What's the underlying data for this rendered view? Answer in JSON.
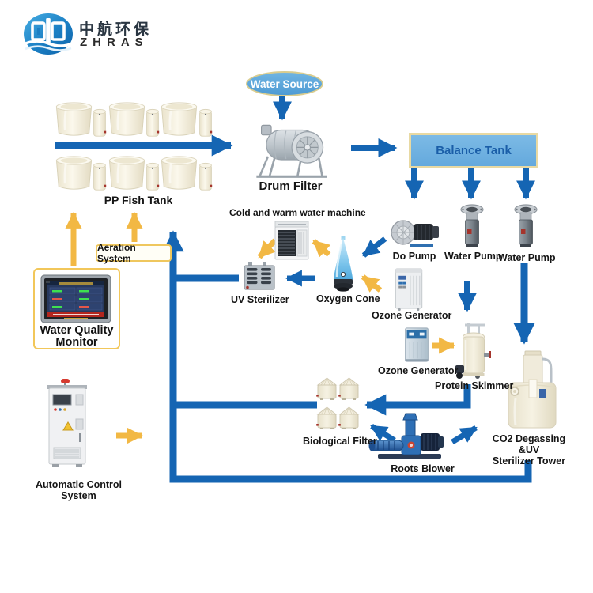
{
  "brand": {
    "name_cn": "中航环保",
    "name_en": "ZHRAS"
  },
  "flow": {
    "water_source": {
      "label": "Water Source"
    },
    "drum_filter": {
      "label": "Drum Filter"
    },
    "balance_tank": {
      "label": "Balance Tank"
    },
    "pp_fish_tank": {
      "label": "PP Fish Tank"
    },
    "aeration_system": {
      "label": "Aeration System"
    },
    "water_quality_monitor": {
      "label_line1": "Water Quality",
      "label_line2": "Monitor"
    },
    "cold_warm_machine": {
      "label": "Cold and warm water machine"
    },
    "uv_sterilizer": {
      "label": "UV Sterilizer"
    },
    "oxygen_cone": {
      "label": "Oxygen Cone"
    },
    "do_pump": {
      "label": "Do Pump"
    },
    "water_pump_1": {
      "label": "Water Pump"
    },
    "water_pump_2": {
      "label": "Water Pump"
    },
    "ozone_generator_1": {
      "label": "Ozone Generator"
    },
    "ozone_generator_2": {
      "label": "Ozone Generator"
    },
    "protein_skimmer": {
      "label": "Protein Skimmer"
    },
    "biological_filter": {
      "label": "Biological Filter"
    },
    "roots_blower": {
      "label": "Roots Blower"
    },
    "co2_tower": {
      "label_line1": "CO2 Degassing &UV",
      "label_line2": "Sterilizer Tower"
    },
    "automatic_control": {
      "label_line1": "Automatic Control",
      "label_line2": "System"
    }
  },
  "colors": {
    "flow_blue": "#1565B3",
    "accent_yellow": "#F2B844",
    "balance_tank_fill": "#6FB3E2",
    "balance_tank_border": "#E8D9A2",
    "balance_tank_text": "#1A5EA8",
    "tank_cream": "#F2EDDA",
    "logo_blue": "#1B7FC4"
  }
}
